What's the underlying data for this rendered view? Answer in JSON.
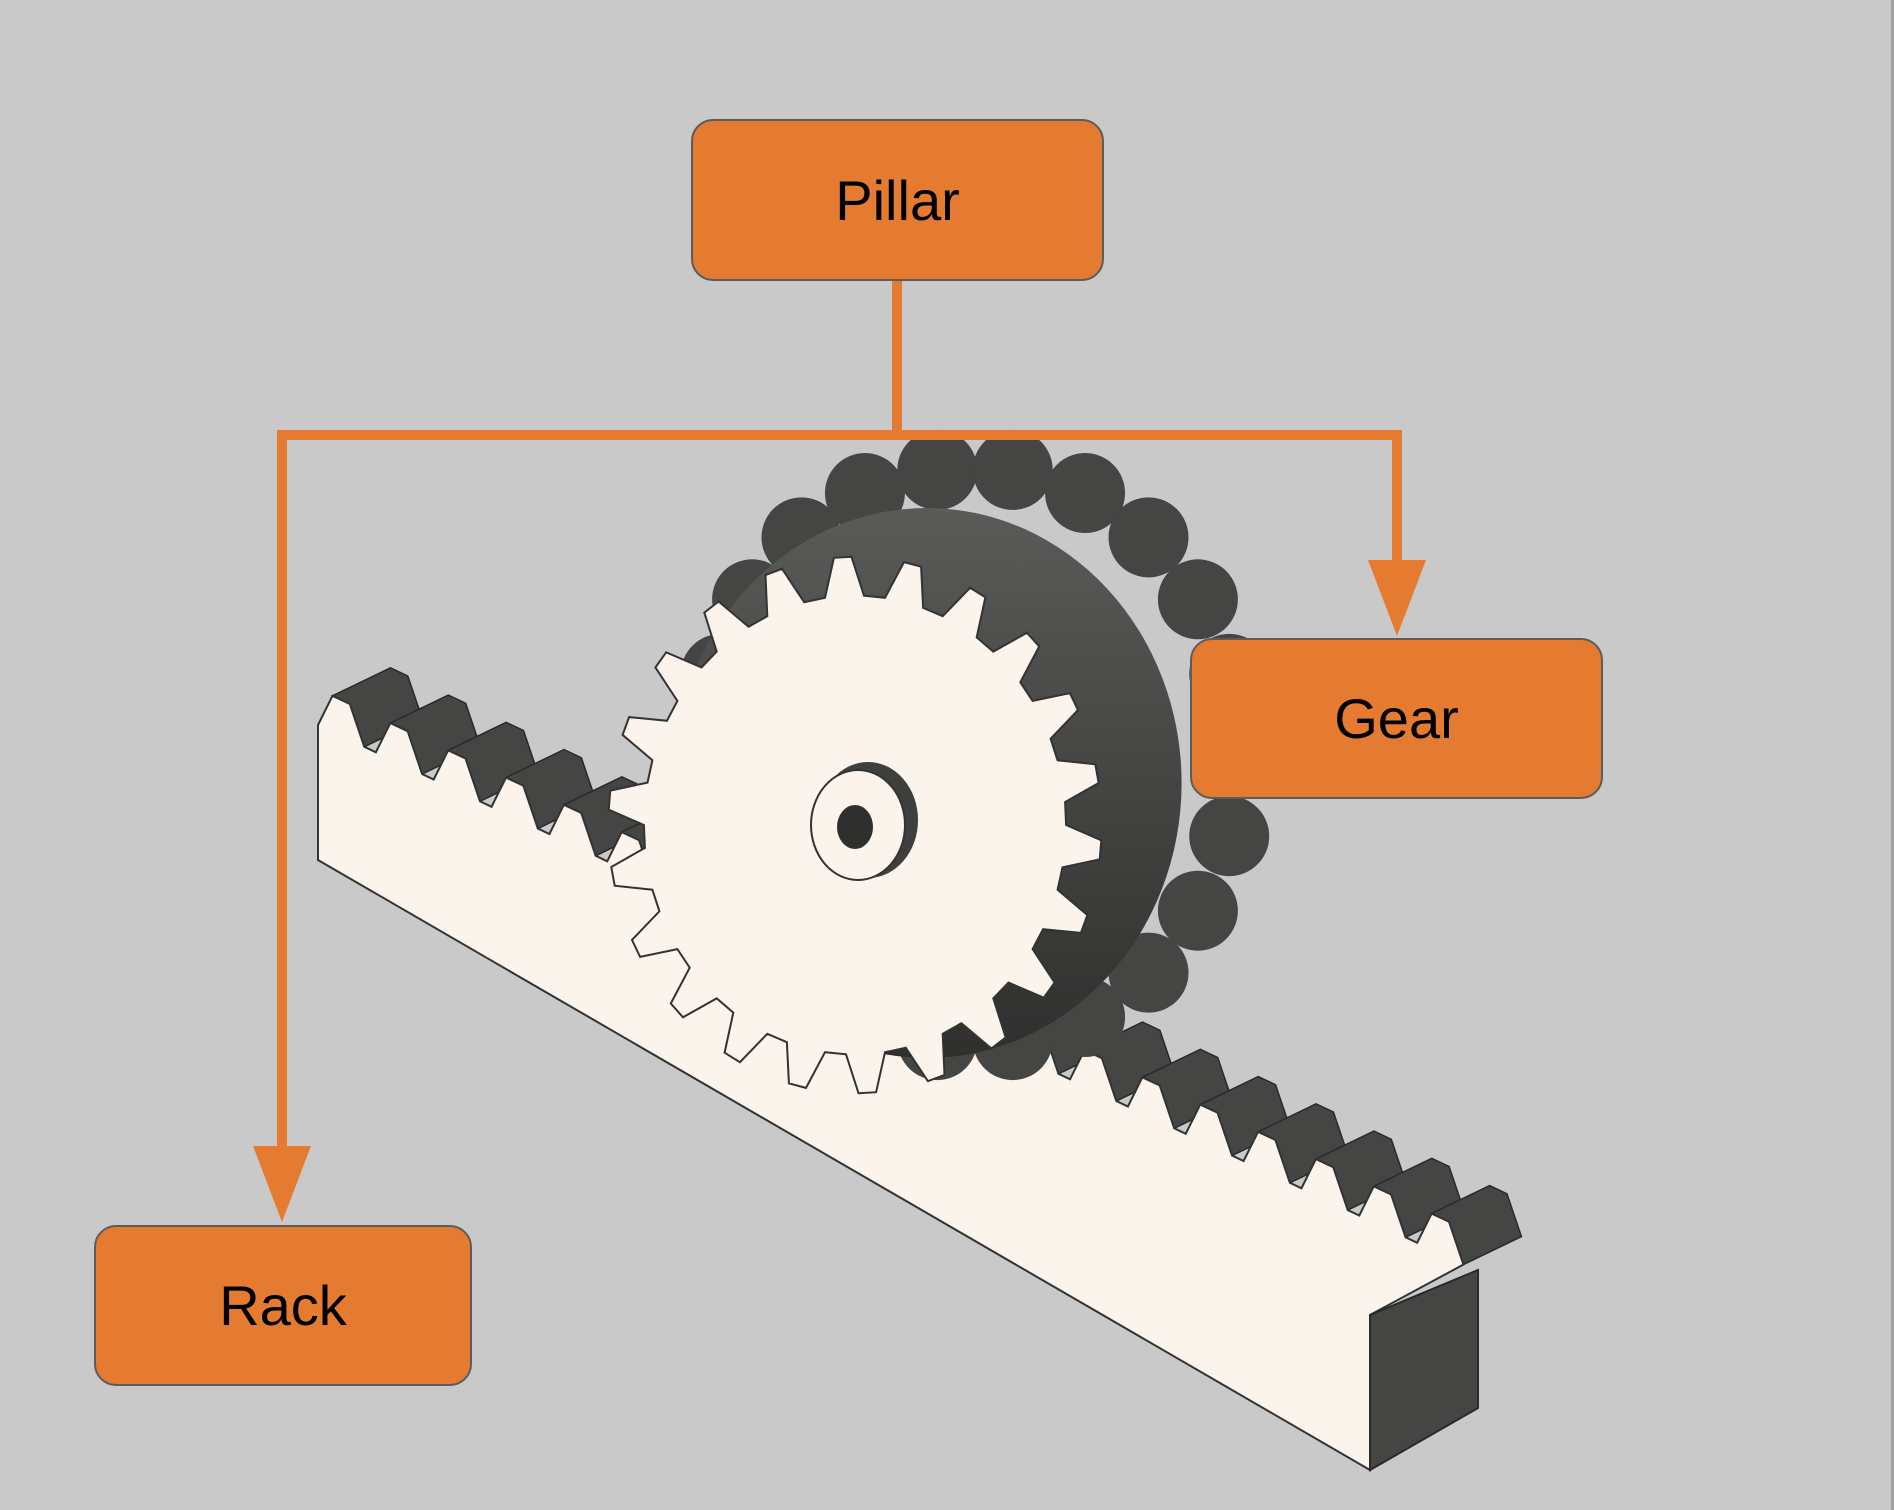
{
  "colors": {
    "background": "#c9c9c9",
    "node_fill": "#e47b30",
    "node_border": "#5c5c5c",
    "connector": "#e47b30",
    "part_face": "#fbf4ec",
    "part_shadow": "#3f3f3d"
  },
  "nodes": {
    "pillar": {
      "label": "Pillar"
    },
    "gear": {
      "label": "Gear"
    },
    "rack": {
      "label": "Rack"
    }
  },
  "edges": [
    {
      "from": "pillar",
      "to": "gear"
    },
    {
      "from": "pillar",
      "to": "rack"
    }
  ],
  "illustration": {
    "subject": "rack-and-pinion",
    "pinion_teeth": 22
  }
}
